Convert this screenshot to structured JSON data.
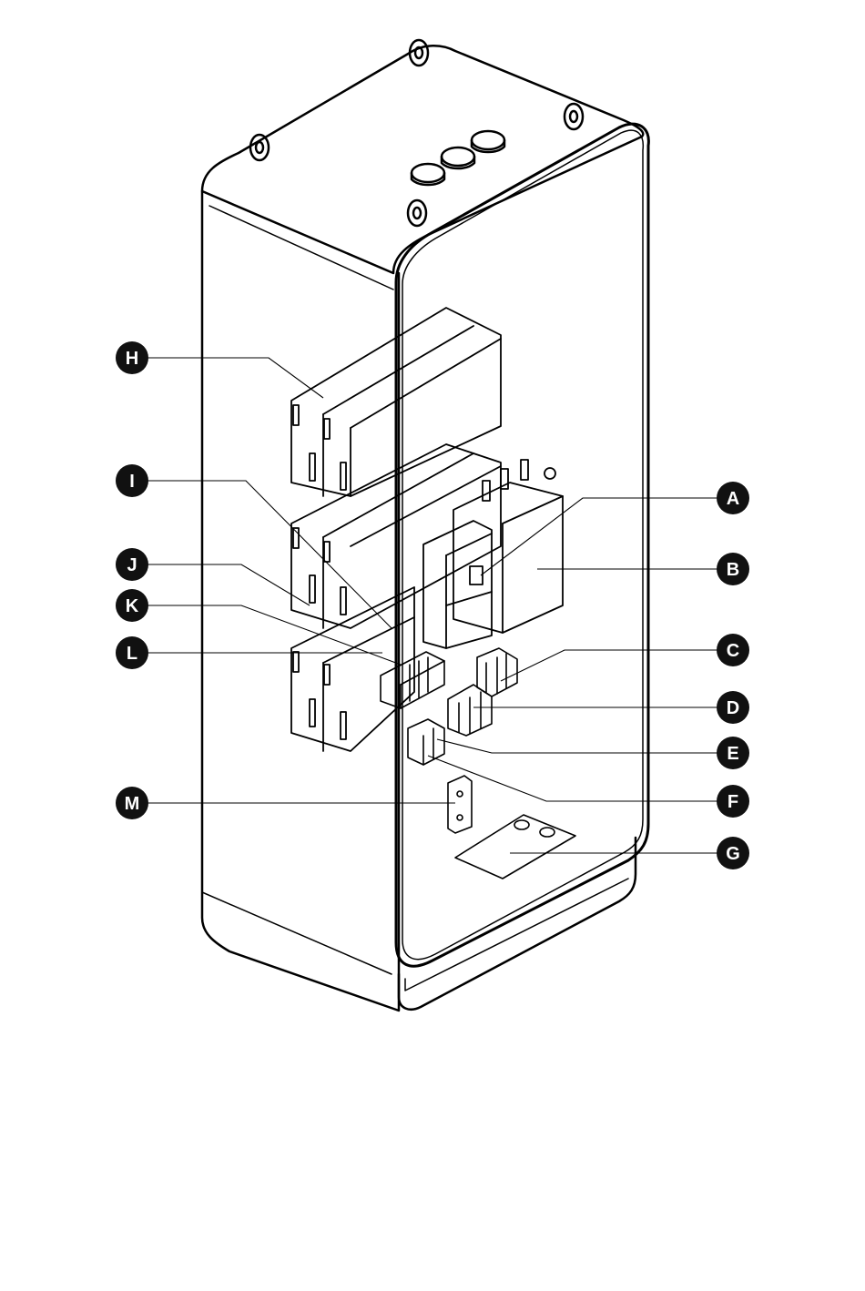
{
  "diagram": {
    "colors": {
      "line": "#000000",
      "badge": "#111111",
      "badge_text": "#ffffff",
      "background": "#ffffff"
    },
    "callouts": [
      {
        "id": "H",
        "label": "H"
      },
      {
        "id": "I",
        "label": "I"
      },
      {
        "id": "J",
        "label": "J"
      },
      {
        "id": "K",
        "label": "K"
      },
      {
        "id": "L",
        "label": "L"
      },
      {
        "id": "M",
        "label": "M"
      },
      {
        "id": "A",
        "label": "A"
      },
      {
        "id": "B",
        "label": "B"
      },
      {
        "id": "C",
        "label": "C"
      },
      {
        "id": "D",
        "label": "D"
      },
      {
        "id": "E",
        "label": "E"
      },
      {
        "id": "F",
        "label": "F"
      },
      {
        "id": "G",
        "label": "G"
      }
    ]
  }
}
